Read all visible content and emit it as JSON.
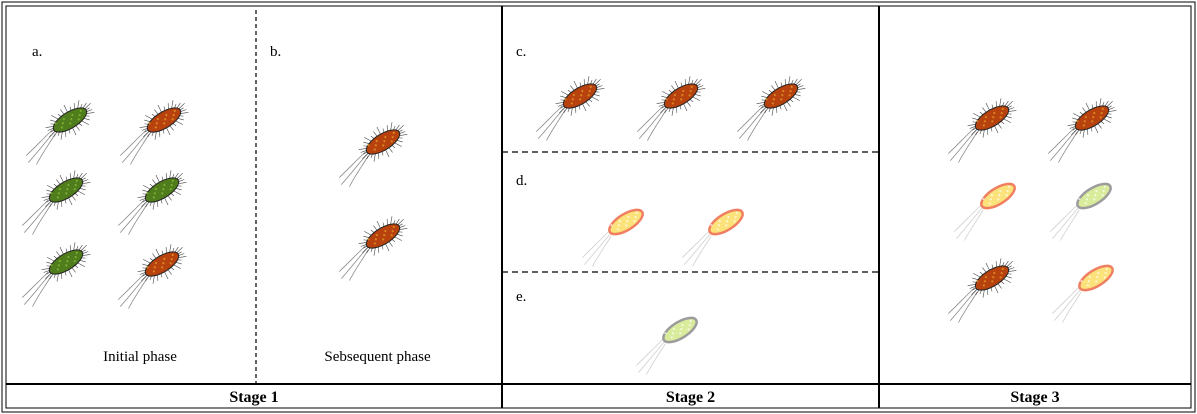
{
  "panels": {
    "a": {
      "label": "a.",
      "caption": "Initial phase"
    },
    "b": {
      "label": "b.",
      "caption": "Sebsequent phase"
    },
    "c": {
      "label": "c."
    },
    "d": {
      "label": "d."
    },
    "e": {
      "label": "e."
    }
  },
  "stages": [
    "Stage 1",
    "Stage 2",
    "Stage 3"
  ],
  "bacteria": {
    "a": [
      "green",
      "red",
      "green",
      "green",
      "green",
      "red"
    ],
    "b": [
      "red",
      "red"
    ],
    "c": [
      "red",
      "red",
      "red"
    ],
    "d": [
      "faded-red",
      "faded-red"
    ],
    "e": [
      "faded-green"
    ],
    "stage3": [
      "red",
      "red",
      "faded-red",
      "faded-green",
      "red",
      "faded-red"
    ]
  },
  "colors": {
    "red": "#b8420e",
    "green": "#4f7d1c",
    "faded-red": "#f4b49a",
    "faded-green": "#b9d98a"
  }
}
